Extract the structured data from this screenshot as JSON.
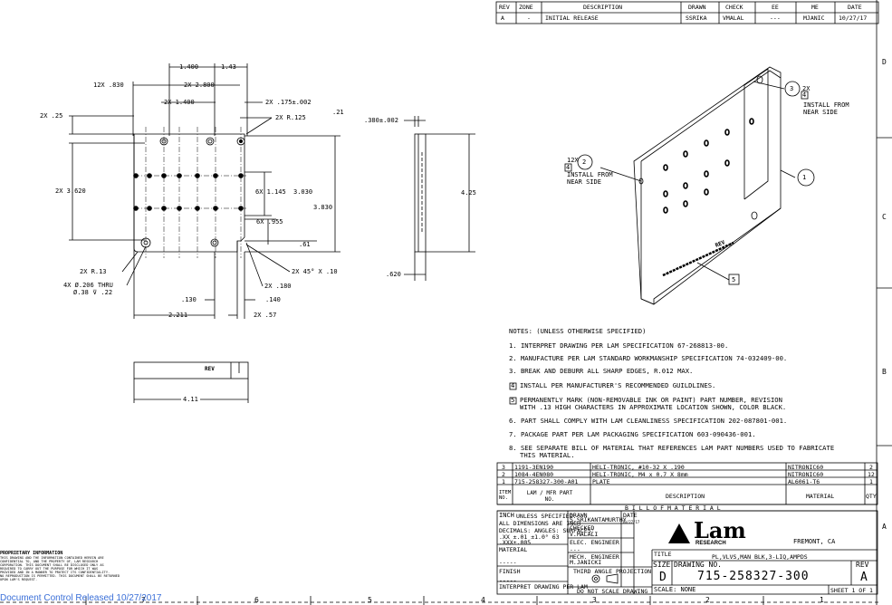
{
  "revision_block": {
    "headers": [
      "REV",
      "ZONE",
      "DESCRIPTION",
      "DRAWN",
      "CHECK",
      "EE",
      "ME",
      "DATE"
    ],
    "row": [
      "A",
      "-",
      "INITIAL RELEASE",
      "SSRIKA",
      "VMALAL",
      "---",
      "MJANIC",
      "10/27/17"
    ]
  },
  "zones_right": [
    "D",
    "C",
    "B",
    "A"
  ],
  "zones_bottom": [
    "8",
    "7",
    "6",
    "5",
    "4",
    "3",
    "2",
    "1"
  ],
  "dims_top": {
    "d1": "1.400",
    "d2": "1.43",
    "d3": "12X .830",
    "d4": "2X 2.800",
    "d5": "2X 1.400",
    "d6": "2X .175±.002",
    "d7": "2X R.125",
    "d8": ".21",
    "d9": "2X .25",
    "d10": "2X 3.620",
    "d11": "6X 1.145",
    "d12": "3.030",
    "d13": "3.830",
    "d14": "6X .955",
    "d15": ".61",
    "d16": "2X R.13",
    "d17": "2X 45° X .10",
    "d18": "4X Ø.206 THRU",
    "d19": "Ø.38 ⊽ .22",
    "d20": "2X .180",
    "d21": ".130",
    "d22": ".140",
    "d23": "2.211",
    "d24": "2X .57"
  },
  "dims_side": {
    "d1": ".380±.002",
    "d2": "4.25",
    "d3": ".620"
  },
  "dims_bottom": {
    "length": "4.11"
  },
  "iso_callouts": {
    "c1": "1",
    "c2_qty": "12X",
    "c2": "2",
    "c2_note": "4",
    "c2_text1": "INSTALL FROM",
    "c2_text2": "NEAR SIDE",
    "c3_qty": "2X",
    "c3": "3",
    "c3_note": "4",
    "c3_text1": "INSTALL FROM",
    "c3_text2": "NEAR SIDE",
    "c5": "5"
  },
  "notes": {
    "heading": "NOTES:  (UNLESS OTHERWISE SPECIFIED)",
    "n1": "1. INTERPRET DRAWING PER LAM SPECIFICATION 67-268813-00.",
    "n2": "2. MANUFACTURE PER LAM STANDARD WORKMANSHIP SPECIFICATION 74-032409-00.",
    "n3": "3. BREAK AND DEBURR ALL SHARP EDGES, R.012 MAX.",
    "n4_box": "4",
    "n4": "INSTALL PER MANUFACTURER'S RECOMMENDED GUILDLINES.",
    "n5_box": "5",
    "n5a": "PERMANENTLY MARK (NON-REMOVABLE INK OR PAINT) PART NUMBER, REVISION",
    "n5b": "WITH .13 HIGH CHARACTERS IN APPROXIMATE LOCATION SHOWN, COLOR BLACK.",
    "n6": "6. PART SHALL COMPLY WITH LAM CLEANLINESS SPECIFICATION 202-087801-001.",
    "n7": "7. PACKAGE PART PER LAM PACKAGING SPECIFICATION 603-090436-001.",
    "n8a": "8. SEE SEPARATE BILL OF MATERIAL THAT REFERENCES LAM PART NUMBERS USED TO FABRICATE",
    "n8b": "THIS MATERIAL."
  },
  "bom": {
    "rows": [
      [
        "3",
        "1191-3EN190",
        "HELI-TRONIC, #10-32 X .190",
        "NITRONIC60",
        "2"
      ],
      [
        "2",
        "1084-4EN080",
        "HELI-TRONIC, M4 x 0.7 X 8mm",
        "NITRONIC60",
        "12"
      ],
      [
        "1",
        "715-258327-300-A01",
        "PLATE",
        "AL6061-T6",
        "1"
      ]
    ],
    "header_item": "ITEM NO.",
    "header_part": "LAM / MFR PART NO.",
    "header_desc": "DESCRIPTION",
    "header_mat": "MATERIAL",
    "header_qty": "QTY",
    "title": "B I L L   O F   M A T E R I A L"
  },
  "title_block": {
    "units": "INCH",
    "tol_heading": "UNLESS SPECIFIED:",
    "tol1": "ALL DIMENSIONS ARE INCH",
    "tol2": "DECIMALS:  ANGLES:  SURFACES:",
    "tol3": ".XX ±.01    ±1.0°   63",
    "tol4": ".XXX±.005",
    "material_label": "MATERIAL",
    "material_value": "-----",
    "finish_label": "FINISH",
    "finish_value": "-----",
    "interpret": "INTERPRET DRAWING PER LAM",
    "drawn_label": "DRAWN",
    "drawn_value": "S.SRIKANTAMURTHY",
    "checked_label": "CHECKED",
    "checked_value": "V.MALALI",
    "elec_label": "ELEC. ENGINEER",
    "elec_value": "---",
    "mech_label": "MECH. ENGINEER",
    "mech_value": "M.JANICKI",
    "date_label": "DATE",
    "date_value": "10/27/17",
    "projection": "THIRD ANGLE PROJECTION",
    "no_scale": "DO NOT SCALE DRAWING",
    "company": "Lam",
    "company_sub": "RESEARCH",
    "location": "FREMONT, CA",
    "title_label": "TITLE",
    "title_value": "PL,VLVS,MAN BLK,3-LIQ,AMPDS",
    "size_label": "SIZE",
    "size_value": "D",
    "dwg_label": "DRAWING NO.",
    "dwg_value": "715-258327-300",
    "rev_label": "REV",
    "rev_value": "A",
    "scale_label": "SCALE: NONE",
    "sheet_label": "SHEET 1 OF 1"
  },
  "proprietary": {
    "heading": "PROPRIETARY INFORMATION",
    "lines": [
      "THIS DRAWING AND THE INFORMATION CONTAINED HEREIN ARE",
      "CONFIDENTIAL TO, AND THE PROPERTY OF, LAM RESEARCH",
      "CORPORATION. THIS DOCUMENT SHALL BE DISCLOSED ONLY AS",
      "REQUIRED TO CARRY OUT THE PURPOSE FOR WHICH IT WAS",
      "PROVIDED AND IN A MANNER TO PROTECT ITS CONFIDENTIALITY.",
      "NO REPRODUCTION IS PERMITTED. THIS DOCUMENT SHALL BE RETURNED",
      "UPON LAM'S REQUEST."
    ]
  },
  "footer": "Document Control Released 10/27/2017",
  "etch_label": "REV"
}
